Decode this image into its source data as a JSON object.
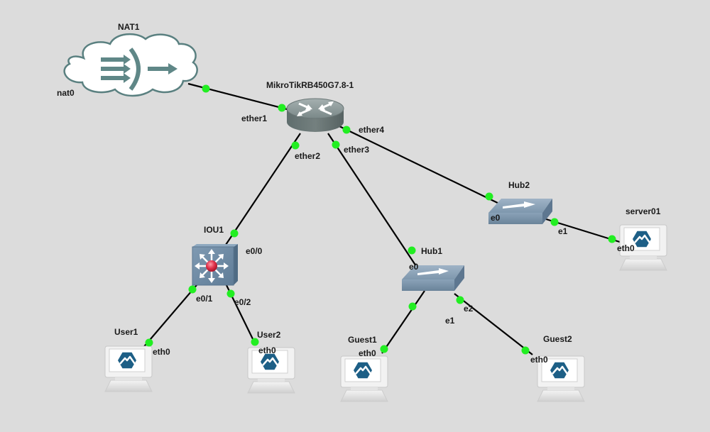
{
  "app": {
    "type": "network-topology-canvas"
  },
  "colors": {
    "background": "#dcdcdc",
    "link": "#000000",
    "port_up": "#22ee22",
    "device_body": "#6e8ea8",
    "router_body": "#6b7b7b",
    "nat_cloud_stroke": "#5a8080",
    "vpcs_logo": "#1d5f86"
  },
  "nodes": [
    {
      "id": "nat1",
      "label": "NAT1",
      "type": "nat-cloud"
    },
    {
      "id": "router",
      "label": "MikroTikRB450G7.8-1",
      "type": "router"
    },
    {
      "id": "iou1",
      "label": "IOU1",
      "type": "multilayer-switch"
    },
    {
      "id": "hub1",
      "label": "Hub1",
      "type": "hub"
    },
    {
      "id": "hub2",
      "label": "Hub2",
      "type": "hub"
    },
    {
      "id": "user1",
      "label": "User1",
      "type": "alpine-host"
    },
    {
      "id": "user2",
      "label": "User2",
      "type": "alpine-host"
    },
    {
      "id": "guest1",
      "label": "Guest1",
      "type": "alpine-host"
    },
    {
      "id": "guest2",
      "label": "Guest2",
      "type": "alpine-host"
    },
    {
      "id": "server01",
      "label": "server01",
      "type": "alpine-host"
    }
  ],
  "links": [
    {
      "a": "nat1",
      "a_port": "nat0",
      "b": "router",
      "b_port": "ether1",
      "status": "up"
    },
    {
      "a": "router",
      "a_port": "ether2",
      "b": "iou1",
      "b_port": "e0/0",
      "status": "up"
    },
    {
      "a": "router",
      "a_port": "ether3",
      "b": "hub1",
      "b_port": "e0",
      "status": "up"
    },
    {
      "a": "router",
      "a_port": "ether4",
      "b": "hub2",
      "b_port": "e0",
      "status": "up"
    },
    {
      "a": "iou1",
      "a_port": "e0/1",
      "b": "user1",
      "b_port": "eth0",
      "status": "up"
    },
    {
      "a": "iou1",
      "a_port": "e0/2",
      "b": "user2",
      "b_port": "eth0",
      "status": "up"
    },
    {
      "a": "hub1",
      "a_port": "e1",
      "b": "guest1",
      "b_port": "eth0",
      "status": "up"
    },
    {
      "a": "hub1",
      "a_port": "e2",
      "b": "guest2",
      "b_port": "eth0",
      "status": "up"
    },
    {
      "a": "hub2",
      "a_port": "e1",
      "b": "server01",
      "b_port": "eth0",
      "status": "up"
    }
  ],
  "labels": {
    "nat1": "NAT1",
    "router": "MikroTikRB450G7.8-1",
    "iou1": "IOU1",
    "hub1": "Hub1",
    "hub2": "Hub2",
    "user1": "User1",
    "user2": "User2",
    "guest1": "Guest1",
    "guest2": "Guest2",
    "server01": "server01",
    "ports": {
      "nat0": "nat0",
      "ether1": "ether1",
      "ether2": "ether2",
      "ether3": "ether3",
      "ether4": "ether4",
      "iou_e00": "e0/0",
      "iou_e01": "e0/1",
      "iou_e02": "e0/2",
      "hub1_e0": "e0",
      "hub1_e1": "e1",
      "hub1_e2": "e2",
      "hub2_e0": "e0",
      "hub2_e1": "e1",
      "user1_eth0": "eth0",
      "user2_eth0": "eth0",
      "guest1_eth0": "eth0",
      "guest2_eth0": "eth0",
      "server01_eth0": "eth0"
    }
  }
}
